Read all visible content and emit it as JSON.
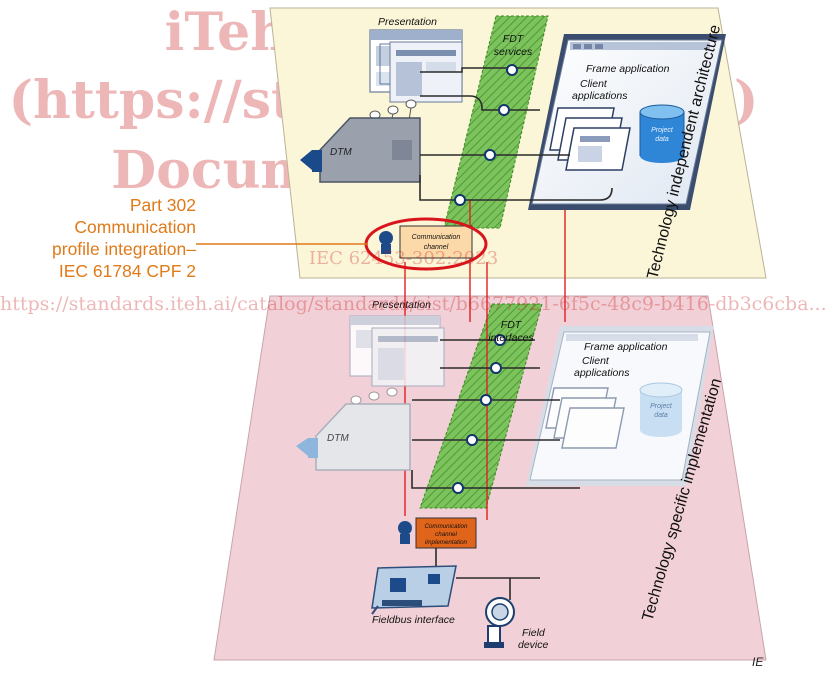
{
  "watermark": {
    "line1": "iTeh Standards",
    "line2": "(https://standards.iteh.ai)",
    "line3": "Document Preview",
    "line4": "IEC 62453-302:2023",
    "line5": "https://standards.iteh.ai/catalog/standards/sist/b6677921-6f5c-48c9-b416-db3c6cba..."
  },
  "callout": {
    "line1": "Part 302",
    "line2": "Communication",
    "line3": "profile integration–",
    "line4": "IEC 61784 CPF 2"
  },
  "top_layer": {
    "presentation": "Presentation",
    "fdt_label_1": "FDT",
    "fdt_label_2": "services",
    "frame_application": "Frame application",
    "client_1": "Client",
    "client_2": "applications",
    "project_1": "Project",
    "project_2": "data",
    "dtm": "DTM",
    "comm_1": "Communication",
    "comm_2": "channel",
    "side_title": "Technology independent architecture"
  },
  "bottom_layer": {
    "presentation": "Presentation",
    "fdt_label_1": "FDT",
    "fdt_label_2": "interfaces",
    "frame_application": "Frame application",
    "client_1": "Client",
    "client_2": "applications",
    "project_1": "Project",
    "project_2": "data",
    "dtm": "DTM",
    "comm_1": "Communication",
    "comm_2": "channel",
    "comm_3": "implementation",
    "fieldbus": "Fieldbus interface",
    "field_1": "Field",
    "field_2": "device",
    "side_title": "Technology specific implementation"
  },
  "corner": "IE",
  "colors": {
    "top_plane": "#fbf6d6",
    "bottom_plane": "#f2cfd6",
    "fdt_band": "#79c25a",
    "accent_orange": "#e07a1a",
    "red_ellipse": "#d8141c",
    "dark_blue": "#12356b"
  }
}
